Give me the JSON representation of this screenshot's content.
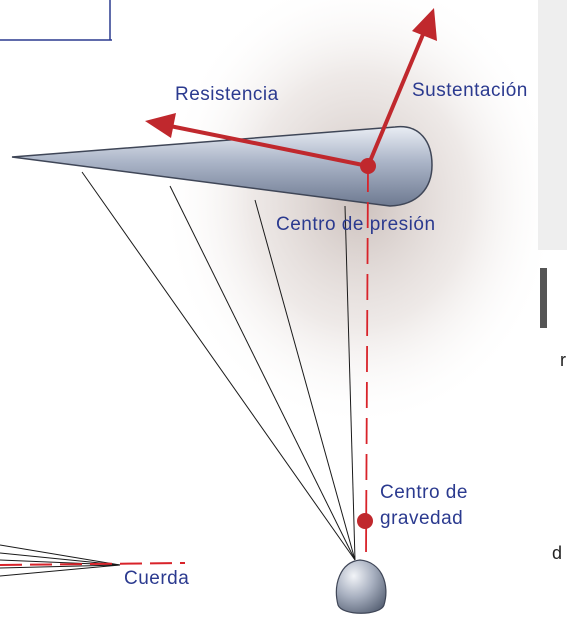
{
  "labels": {
    "drag": "Resistencia",
    "lift": "Sustentación",
    "center_of_pressure": "Centro de presión",
    "center_of_gravity_line1": "Centro de",
    "center_of_gravity_line2": "gravedad",
    "chord": "Cuerda"
  },
  "edge_fragments": {
    "right_letter_1": "r",
    "right_letter_2": "d"
  },
  "colors": {
    "force_arrow": "#c0282d",
    "label_text": "#2b3a8f",
    "dashed_line": "#d8232a",
    "frame_line": "#2b3a8f",
    "wing_fill": "#a9b3c6",
    "pilot_fill": "#a2aabb"
  }
}
